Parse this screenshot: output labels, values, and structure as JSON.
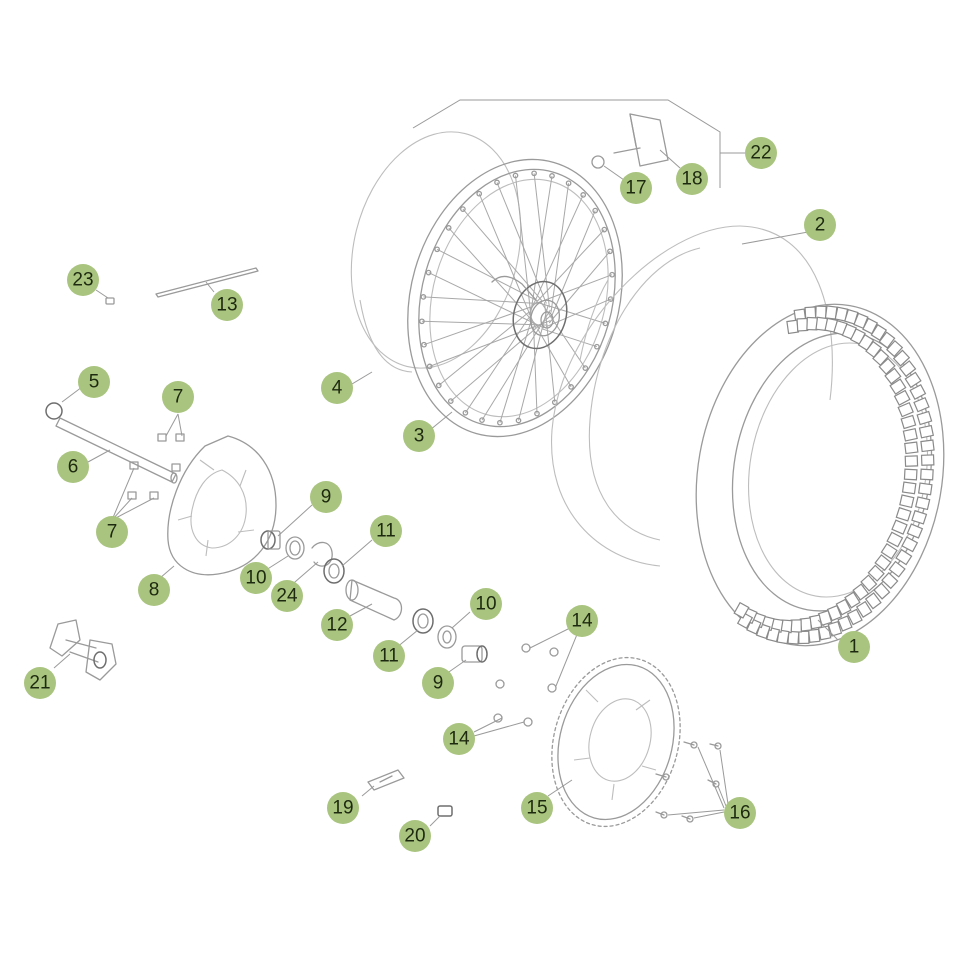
{
  "diagram": {
    "type": "exploded-parts-view",
    "callout_color": "#a9c47f",
    "line_color": "#9a9a9a",
    "callouts": [
      {
        "id": "c1",
        "label": "1"
      },
      {
        "id": "c2",
        "label": "2"
      },
      {
        "id": "c3",
        "label": "3"
      },
      {
        "id": "c4",
        "label": "4"
      },
      {
        "id": "c5",
        "label": "5"
      },
      {
        "id": "c6",
        "label": "6"
      },
      {
        "id": "c7a",
        "label": "7"
      },
      {
        "id": "c7b",
        "label": "7"
      },
      {
        "id": "c8",
        "label": "8"
      },
      {
        "id": "c9a",
        "label": "9"
      },
      {
        "id": "c9b",
        "label": "9"
      },
      {
        "id": "c10a",
        "label": "10"
      },
      {
        "id": "c10b",
        "label": "10"
      },
      {
        "id": "c11a",
        "label": "11"
      },
      {
        "id": "c11b",
        "label": "11"
      },
      {
        "id": "c12",
        "label": "12"
      },
      {
        "id": "c13",
        "label": "13"
      },
      {
        "id": "c14a",
        "label": "14"
      },
      {
        "id": "c14b",
        "label": "14"
      },
      {
        "id": "c15",
        "label": "15"
      },
      {
        "id": "c16",
        "label": "16"
      },
      {
        "id": "c17",
        "label": "17"
      },
      {
        "id": "c18",
        "label": "18"
      },
      {
        "id": "c19",
        "label": "19"
      },
      {
        "id": "c20",
        "label": "20"
      },
      {
        "id": "c21",
        "label": "21"
      },
      {
        "id": "c22",
        "label": "22"
      },
      {
        "id": "c23",
        "label": "23"
      },
      {
        "id": "c24",
        "label": "24"
      }
    ]
  }
}
